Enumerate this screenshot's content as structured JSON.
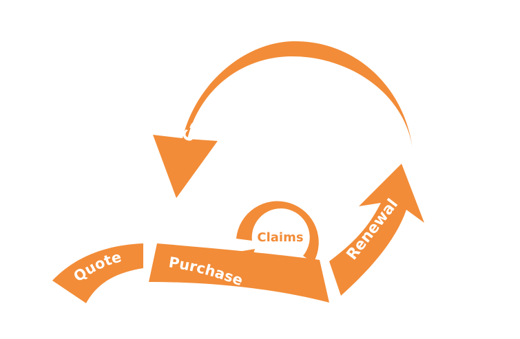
{
  "colors": {
    "accent": "#F28C38",
    "text_on_accent": "#FFFFFF",
    "background": "#FFFFFF"
  },
  "stages": {
    "quote": "Quote",
    "purchase": "Purchase",
    "claims": "Claims",
    "renewal": "Renewal",
    "cancellation": "Cancellation"
  }
}
